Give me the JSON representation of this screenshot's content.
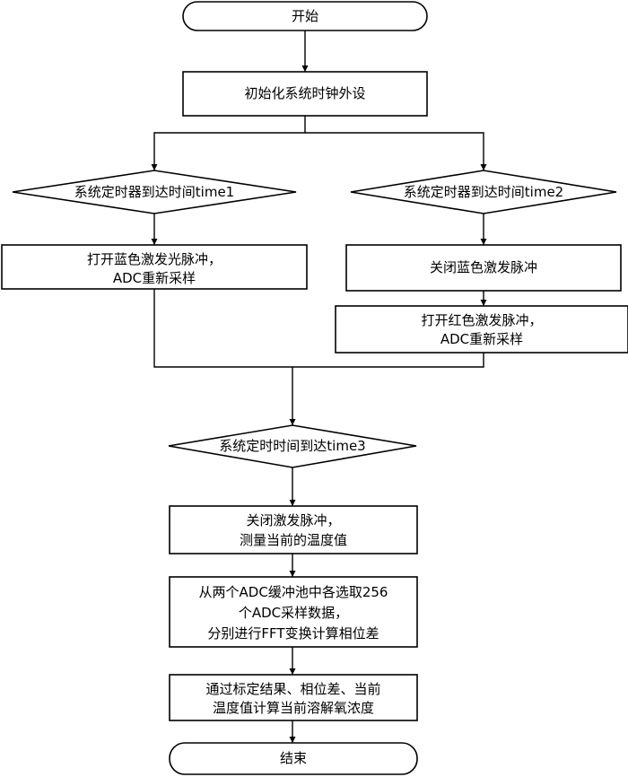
{
  "diagram": {
    "start": "开始",
    "init": "初始化系统时钟外设",
    "decision1": "系统定时器到达时间time1",
    "decision2": "系统定时器到达时间time2",
    "blue_on": [
      "打开蓝色激发光脉冲，",
      "ADC重新采样"
    ],
    "blue_off": "关闭蓝色激发脉冲",
    "red_on": [
      "打开红色激发脉冲，",
      "ADC重新采样"
    ],
    "decision3": "系统定时时间到达time3",
    "measure_temp": [
      "关闭激发脉冲，",
      "测量当前的温度值"
    ],
    "fft": [
      "从两个ADC缓冲池中各选取256",
      "个ADC采样数据，",
      "分别进行FFT变换计算相位差"
    ],
    "compute": [
      "通过标定结果、相位差、当前",
      "温度值计算当前溶解氧浓度"
    ],
    "end": "结束"
  }
}
